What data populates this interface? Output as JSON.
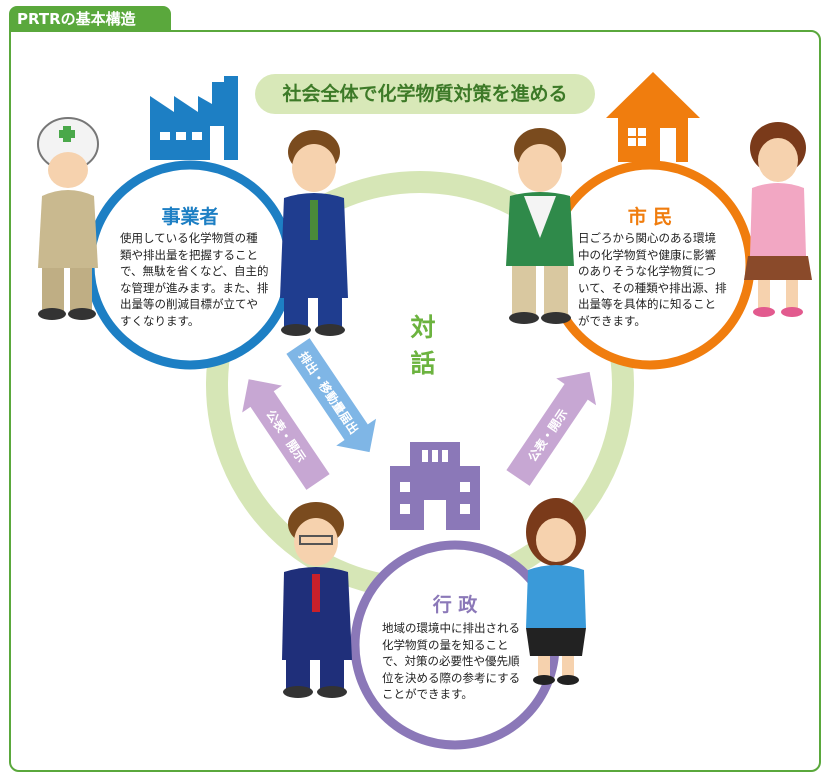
{
  "header": {
    "tab_title": "PRTRの基本構造"
  },
  "banner": {
    "text": "社会全体で化学物質対策を進める"
  },
  "center": {
    "label": "対 話"
  },
  "business": {
    "title": "事業者",
    "body": "使用している化学物質の種\n類や排出量を把握すること\nで、無駄を省くなど、自主的\nな管理が進みます。また、排\n出量等の削減目標が立てや\nすくなります。",
    "color": "#1d7fc4"
  },
  "citizen": {
    "title": "市 民",
    "body": "日ごろから関心のある環境\n中の化学物質や健康に影響\nのありそうな化学物質につ\nいて、その種類や排出源、排\n出量等を具体的に知ること\nができます。",
    "color": "#f07d0e"
  },
  "government": {
    "title": "行 政",
    "body": "地域の環境中に排出される\n化学物質の量を知ること\nで、対策の必要性や優先順\n位を決める際の参考にする\nことができます。",
    "color": "#8b78b8"
  },
  "arrows": {
    "report": "排出・移動量届出",
    "publish_left": "公表・開示",
    "publish_right": "公表・開示"
  },
  "icons": {
    "factory": "factory-icon",
    "house": "house-icon",
    "office": "government-building-icon"
  },
  "colors": {
    "frame_green": "#5aa83c",
    "ring_green": "#d6e6b6",
    "banner_bg": "#d8e8b8",
    "report_arrow": "#7fb6e6",
    "publish_arrow": "#c7a7d3"
  }
}
